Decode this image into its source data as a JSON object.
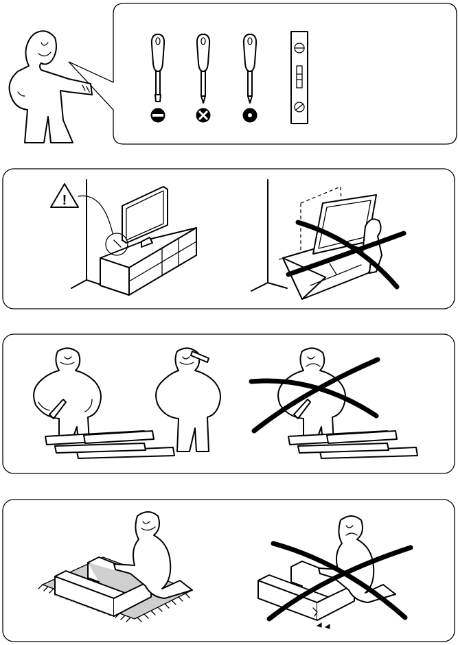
{
  "panels": {
    "tools": {
      "tools": [
        "flathead-screwdriver",
        "phillips-screwdriver",
        "pozidriv-screwdriver",
        "spirit-level"
      ]
    },
    "wall_anchor": {
      "warning_symbol": "!"
    },
    "two_people": {},
    "protect_floor": {}
  },
  "colors": {
    "line": "#000000",
    "background": "#ffffff",
    "floor_shadow": "#cfcfcf"
  }
}
